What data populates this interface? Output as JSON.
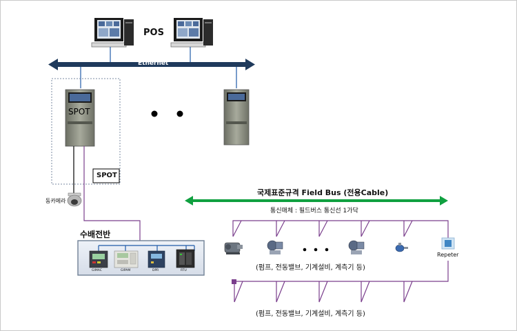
{
  "labels": {
    "pos": "POS",
    "ethernet": "Ethernet",
    "spot_terminal": "SPOT",
    "spot_box": "SPOT",
    "camera": "동카메라",
    "substation": "수배전반",
    "fieldbus_title": "국제표준규격 Field Bus (전용Cable)",
    "fieldbus_sub": "통신매체 : 필드버스 통신선 1가닥",
    "devices_upper": "(펌프, 전동밸브, 기계설비, 계측기 등)",
    "devices_lower": "(펌프, 전동밸브, 기계설비, 계측기 등)",
    "repeater": "Repeter",
    "panel_gimac": "GIMAC",
    "panel_gipam": "GIPAM",
    "panel_dpr": "DPR",
    "panel_rtu": "RTU"
  },
  "colors": {
    "ethernet_bar": "#1f3a5c",
    "fieldbus_arrow": "#10a040",
    "fieldbus_line": "#7a3e8c",
    "link_line": "#1f5aa8",
    "panel_frame": "#6f7f95",
    "screen": "#4a6a9a"
  }
}
